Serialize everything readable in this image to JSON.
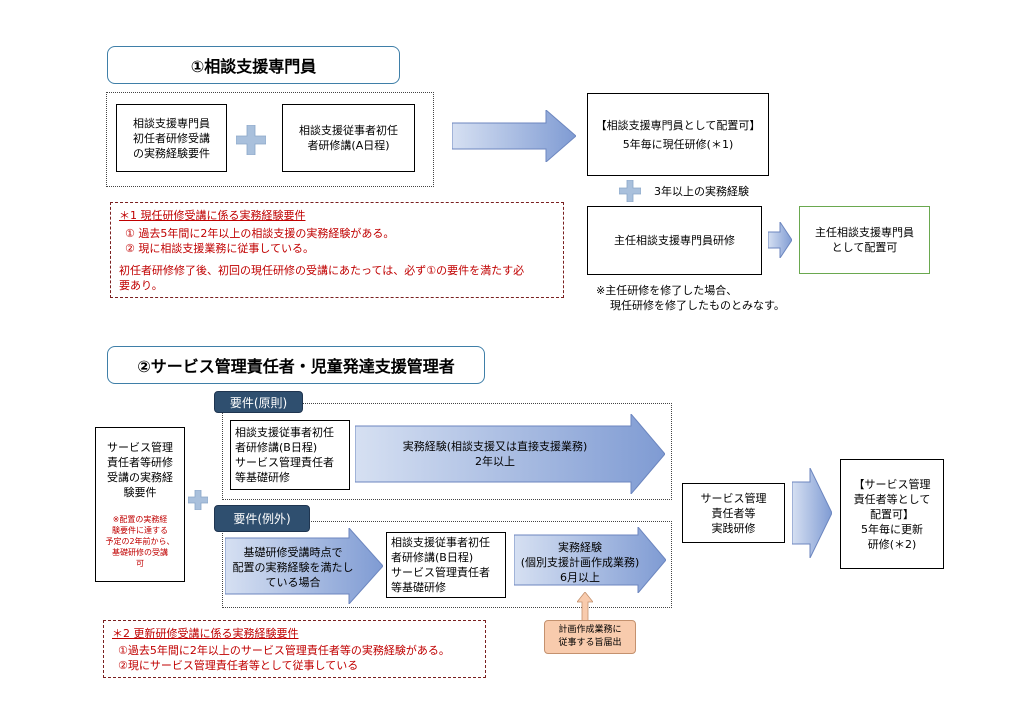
{
  "section1": {
    "title": "①相談支援専門員",
    "box_req": [
      "相談支援専門員",
      "初任者研修受講",
      "の実務経験要件"
    ],
    "box_a": [
      "相談支援従事者初任",
      "者研修講(A日程)"
    ],
    "result_title": "【相談支援専門員として配置可】",
    "result_sub": "5年毎に現任研修(＊1)",
    "plus_note": "3年以上の実務経験",
    "chief_training": "主任相談支援専門員研修",
    "chief_result": [
      "主任相談支援専門員",
      "として配置可"
    ],
    "chief_note": [
      "※主任研修を修了した場合、",
      "現任研修を修了したものとみなす。"
    ],
    "note_title": "＊1 現任研修受講に係る実務経験要件",
    "note_items": [
      "① 過去5年間に2年以上の相談支援の実務経験がある。",
      "② 現に相談支援業務に従事している。"
    ],
    "note_para": [
      "初任者研修修了後、初回の現任研修の受講にあたっては、必ず①の要件を満たす必",
      "要あり。"
    ]
  },
  "section2": {
    "title": "②サービス管理責任者・児童発達支援管理者",
    "left_req": [
      "サービス管理",
      "責任者等研修",
      "受講の実務経",
      "験要件"
    ],
    "left_note": [
      "※配置の実務経",
      "験要件に達する",
      "予定の2年前から、",
      "基礎研修の受講",
      "可"
    ],
    "tag_principle": "要件(原則)",
    "tag_exception": "要件(例外)",
    "principle_box": [
      "相談支援従事者初任",
      "者研修講(B日程)",
      "サービス管理責任者",
      "等基礎研修"
    ],
    "principle_arrow": [
      "実務経験(相談支援又は直接支援業務)",
      "2年以上"
    ],
    "exception_arrow1": [
      "基礎研修受講時点で",
      "配置の実務経験を満たし",
      "ている場合"
    ],
    "exception_box": [
      "相談支援従事者初任",
      "者研修講(B日程)",
      "サービス管理責任者",
      "等基礎研修"
    ],
    "exception_arrow2": [
      "実務経験",
      "(個別支援計画作成業務)",
      "6月以上"
    ],
    "plan_note": [
      "計画作成業務に",
      "従事する旨届出"
    ],
    "practice": [
      "サービス管理",
      "責任者等",
      "実践研修"
    ],
    "final": [
      "【サービス管理",
      "責任者等として",
      "配置可】",
      "5年毎に更新",
      "研修(＊2)"
    ],
    "note_title": "＊2 更新研修受講に係る実務経験要件",
    "note_items": [
      "①過去5年間に2年以上のサービス管理責任者等の実務経験がある。",
      "②現にサービス管理責任者等として従事している"
    ]
  },
  "colors": {
    "arrow_blue": "#8aa4d6",
    "arrow_edge": "#6c86bf",
    "plus": "#a9c0dc",
    "title_border": "#3f7fa8",
    "note_red": "#c00000",
    "green": "#6aa84f",
    "peach": "#f8cbad"
  }
}
